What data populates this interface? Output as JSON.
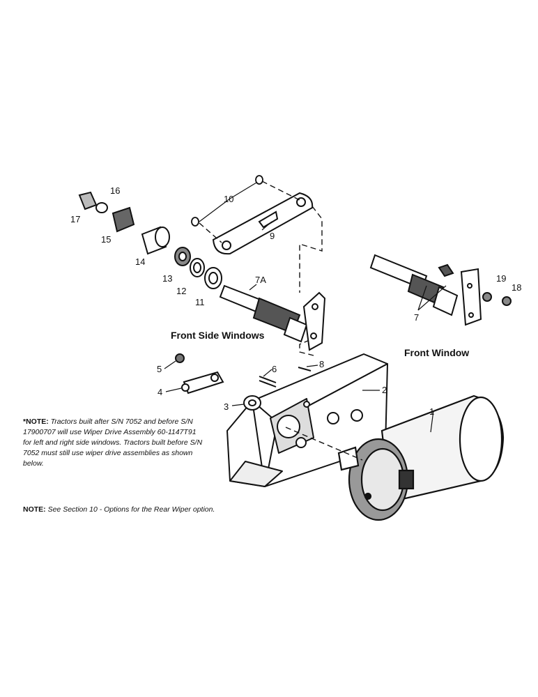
{
  "callouts": {
    "c1": "1",
    "c2": "2",
    "c3": "3",
    "c4": "4",
    "c5": "5",
    "c6": "6",
    "c7a": "7A",
    "c7": "7",
    "c8": "8",
    "c9": "9",
    "c10": "10",
    "c11": "11",
    "c12": "12",
    "c13": "13",
    "c14": "14",
    "c15": "15",
    "c16": "16",
    "c17": "17",
    "c18": "18",
    "c19": "19"
  },
  "captions": {
    "front_side": "Front Side Windows",
    "front": "Front Window"
  },
  "notes": {
    "note1_head": "*NOTE:",
    "note1_body": "Tractors built after S/N 7052 and before S/N 17900707 will use Wiper Drive Assembly 60-1147T91 for left and right side windows. Tractors built before S/N 7052 must still use wiper drive assemblies as shown below.",
    "note2_head": "NOTE:",
    "note2_body": "See Section 10 - Options for the Rear Wiper option."
  }
}
